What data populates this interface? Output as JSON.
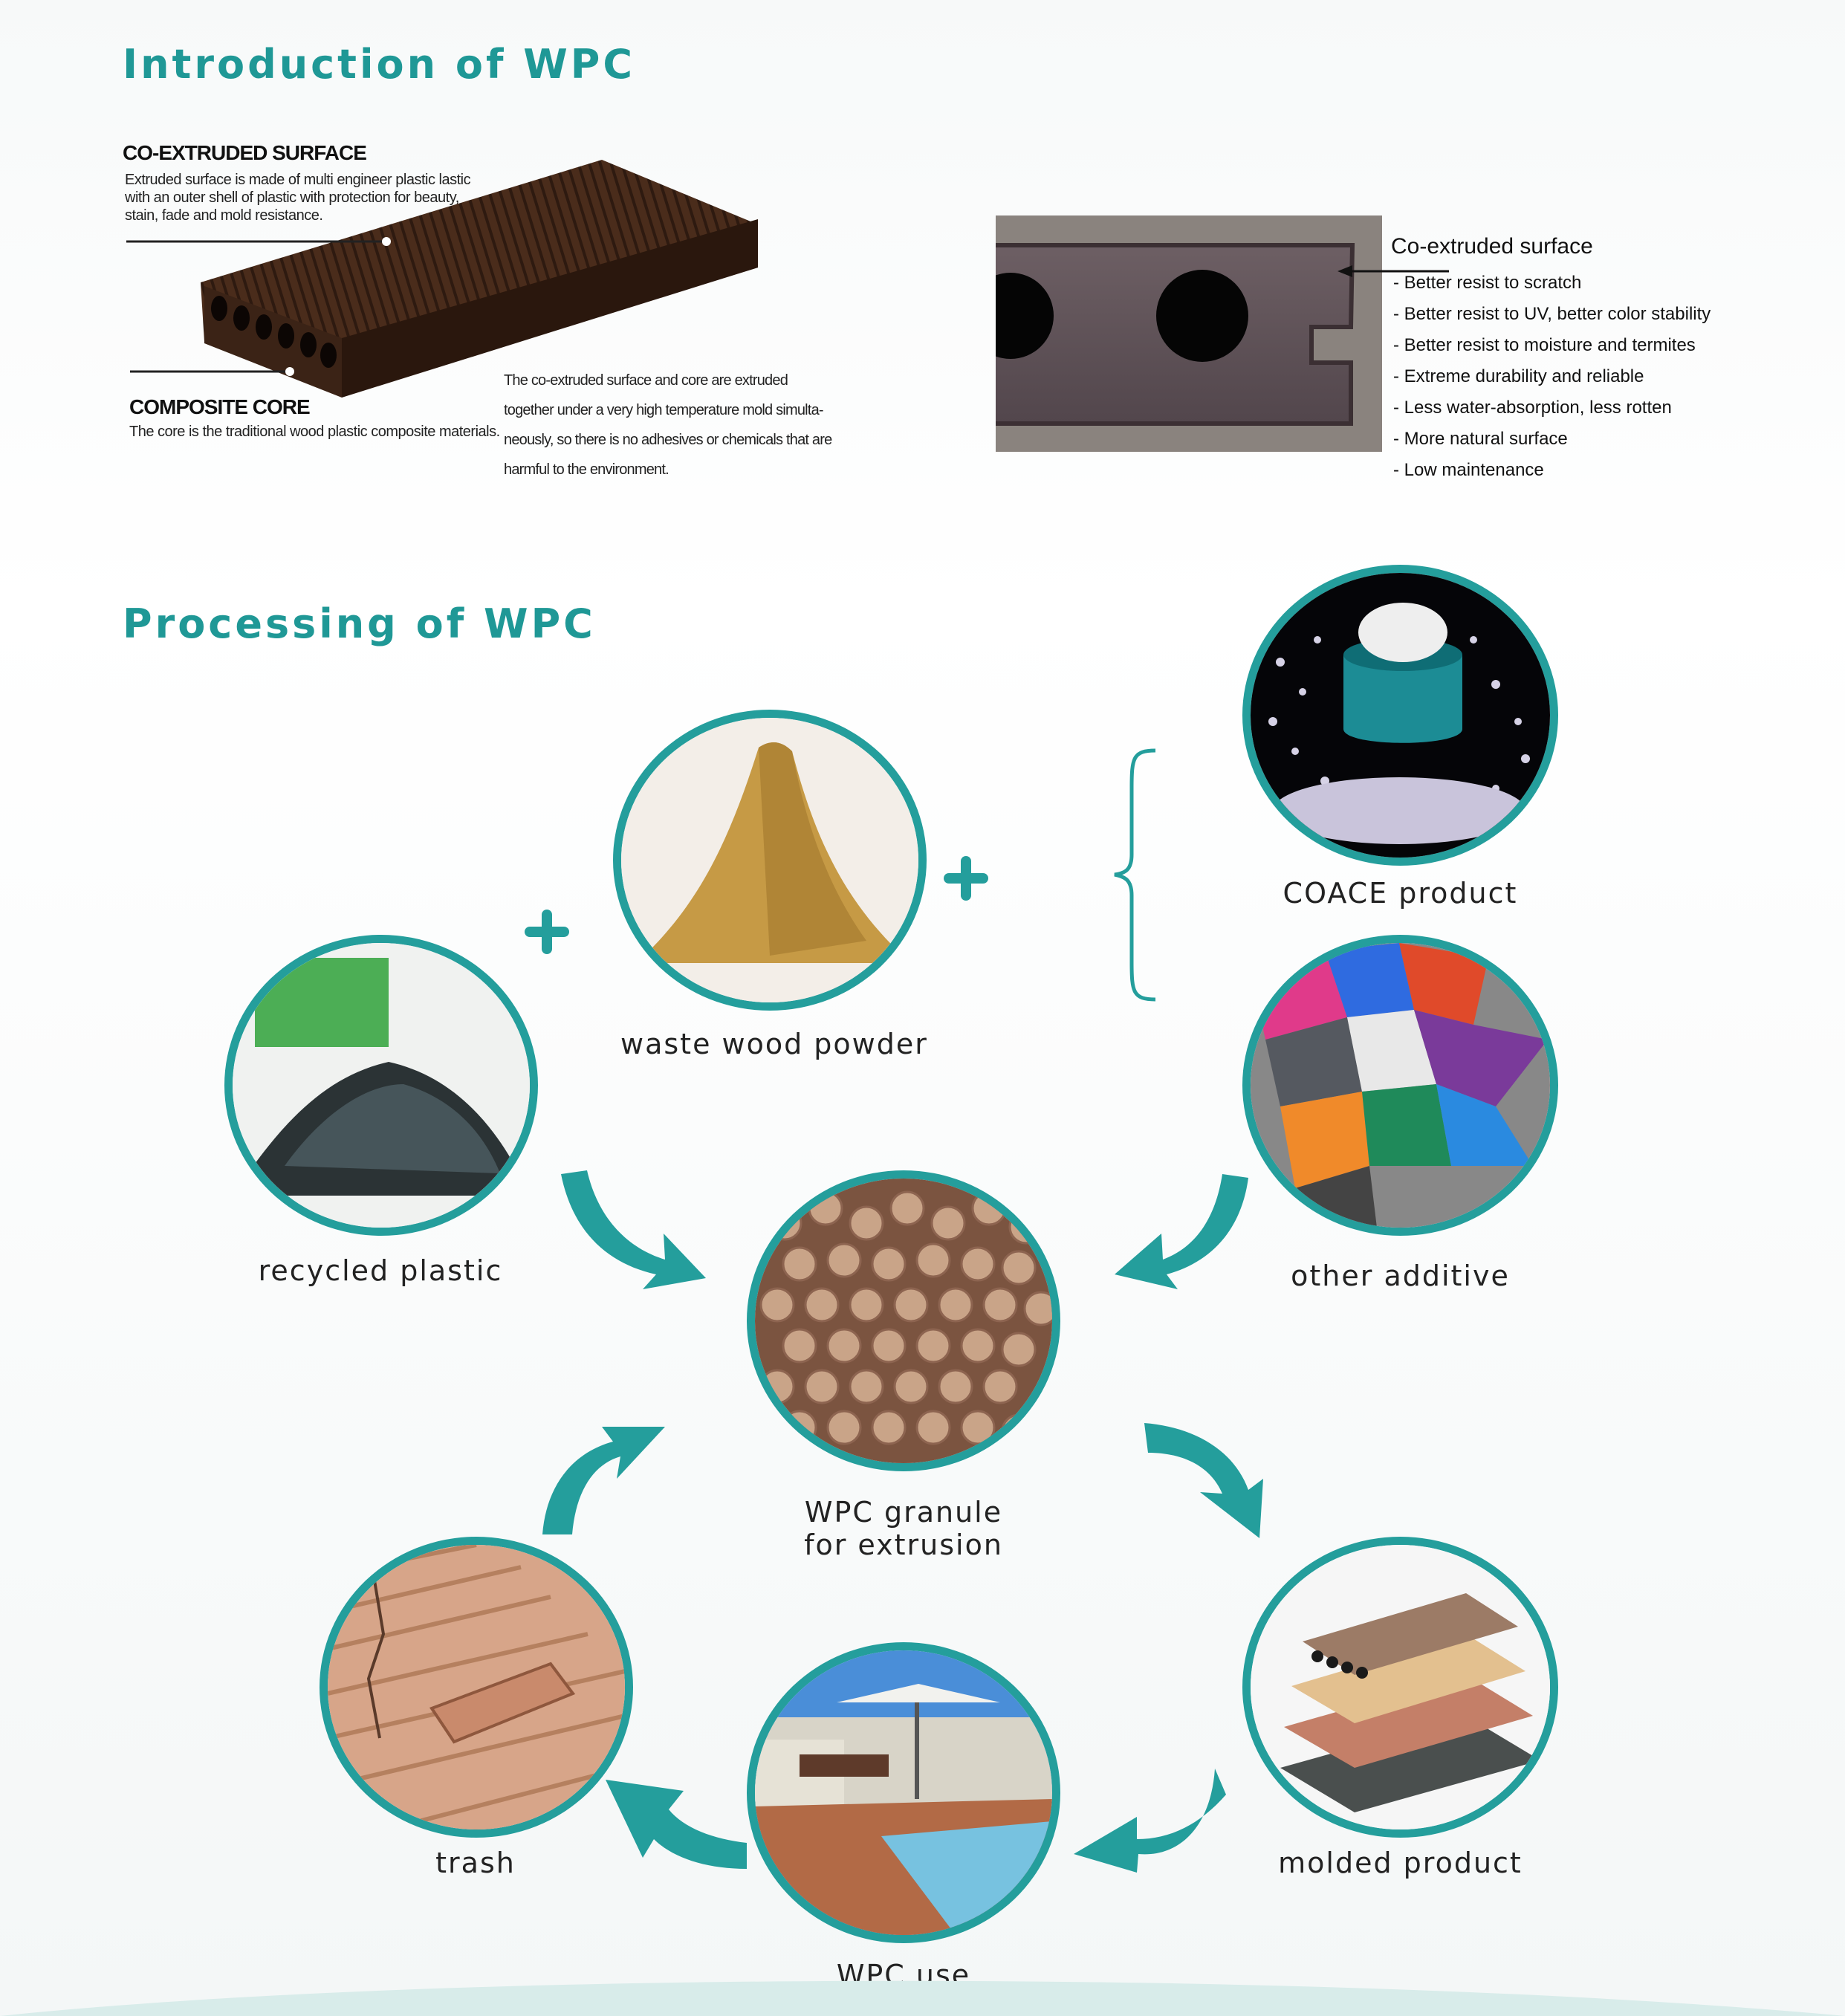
{
  "intro": {
    "title": "Introduction of WPC",
    "coex_title": "CO-EXTRUDED SURFACE",
    "coex_desc": [
      "Extruded surface is made of multi engineer plastic  lastic",
      "with an outer shell of plastic with protection for beauty,",
      "stain, fade and mold resistance."
    ],
    "core_title": "COMPOSITE CORE",
    "core_desc": "The core is the traditional wood plastic composite materials.",
    "process_desc": [
      "The co-extruded surface and core are extruded",
      "together under a very high temperature mold simulta-",
      "neously, so there is no adhesives or chemicals that are",
      "harmful to the environment."
    ],
    "section_title": "Co-extruded surface",
    "benefits": [
      "- Better resist to scratch",
      "- Better resist to UV, better color stability",
      "- Better resist to moisture and termites",
      "- Extreme durability and reliable",
      "- Less water-absorption, less rotten",
      "- More natural surface",
      "- Low maintenance"
    ]
  },
  "processing": {
    "title": "Processing of WPC",
    "waste_wood": "waste wood powder",
    "coace": "COACE product",
    "recycled": "recycled plastic",
    "additive": "other additive",
    "granule_l1": "WPC granule",
    "granule_l2": "for extrusion",
    "trash": "trash",
    "molded": "molded product",
    "use": "WPC use"
  },
  "colors": {
    "teal": "#249e9c",
    "board": "#3a2416"
  }
}
